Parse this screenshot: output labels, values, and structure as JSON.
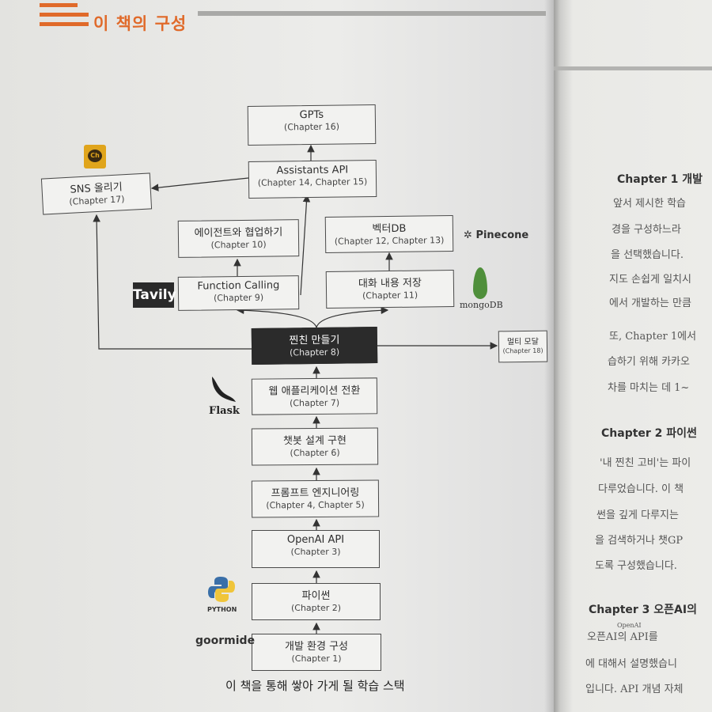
{
  "header": {
    "title": "이 책의 구성"
  },
  "diagram": {
    "nodes": {
      "gpts": {
        "title": "GPTs",
        "sub": "(Chapter 16)"
      },
      "assistants": {
        "title": "Assistants API",
        "sub": "(Chapter 14, Chapter 15)"
      },
      "sns": {
        "title": "SNS 올리기",
        "sub": "(Chapter 17)"
      },
      "agent": {
        "title": "에이전트와 협업하기",
        "sub": "(Chapter 10)"
      },
      "vectordb": {
        "title": "벡터DB",
        "sub": "(Chapter 12, Chapter 13)"
      },
      "function": {
        "title": "Function Calling",
        "sub": "(Chapter 9)"
      },
      "memory": {
        "title": "대화 내용 저장",
        "sub": "(Chapter 11)"
      },
      "friend": {
        "title": "찐친 만들기",
        "sub": "(Chapter 8)"
      },
      "multi": {
        "title": "멀티 모달",
        "sub": "(Chapter 18)"
      },
      "web": {
        "title": "웹 애플리케이션 전환",
        "sub": "(Chapter 7)"
      },
      "chatbot": {
        "title": "챗봇 설계 구현",
        "sub": "(Chapter 6)"
      },
      "prompt": {
        "title": "프롬프트 엔지니어링",
        "sub": "(Chapter 4, Chapter 5)"
      },
      "openai": {
        "title": "OpenAI API",
        "sub": "(Chapter 3)"
      },
      "python": {
        "title": "파이썬",
        "sub": "(Chapter 2)"
      },
      "env": {
        "title": "개발 환경 구성",
        "sub": "(Chapter 1)"
      }
    },
    "logos": {
      "tavily": "Tavily",
      "kakao": "Ch",
      "pinecone": "Pinecone",
      "mongodb": "mongoDB",
      "flask": "Flask",
      "python": "PYTHON",
      "goormide": "goormide"
    },
    "caption": "이 책을 통해 쌓아 가게 될 학습 스택"
  },
  "right_page": {
    "h1": "Chapter 1 개발",
    "lines1": [
      "앞서 제시한 학습",
      "경을 구성하느라",
      "을 선택했습니다.",
      "지도 손쉽게 일치시",
      "에서 개발하는 만큼"
    ],
    "lines2": [
      "또, Chapter 1에서",
      "습하기 위해 카카오",
      "차를 마치는 데 1~"
    ],
    "h2": "Chapter 2 파이썬",
    "lines3": [
      "'내 찐친 고비'는 파이",
      "다루었습니다. 이 책",
      "썬을 깊게 다루지는",
      "을 검색하거나 챗GP",
      "도록 구성했습니다."
    ],
    "h3": "Chapter 3 오픈AI의",
    "lines4": [
      "오픈AI의 API를",
      "에 대해서 설명했습니",
      "입니다. API 개념 자체"
    ],
    "superscript": "OpenAI"
  }
}
